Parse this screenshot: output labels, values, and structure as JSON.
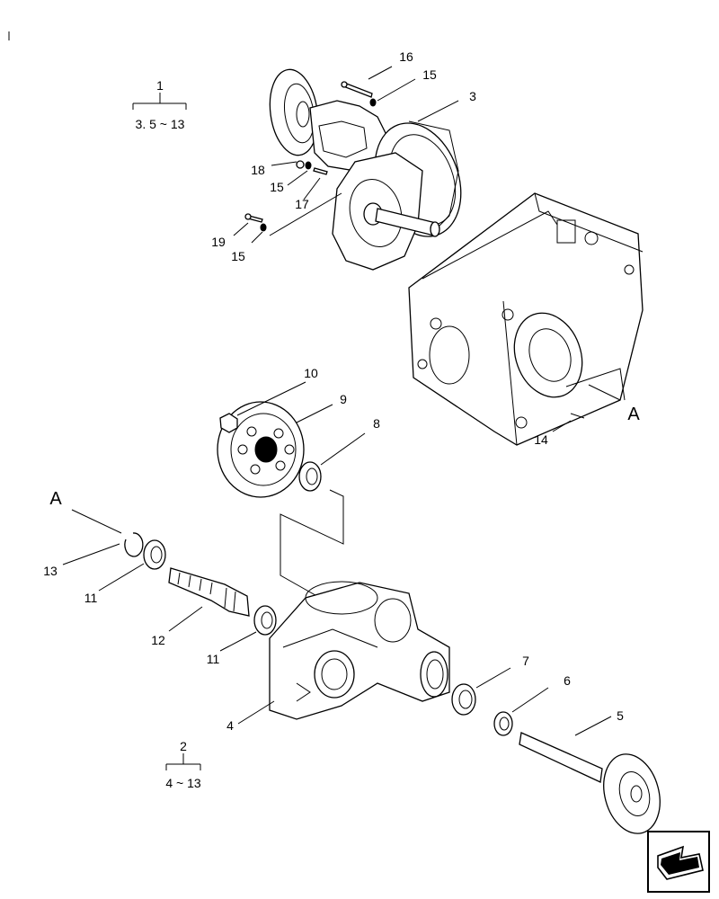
{
  "diagram": {
    "callouts": [
      {
        "id": "1",
        "text": "1"
      },
      {
        "id": "1-range",
        "text": "3. 5 ~ 13"
      },
      {
        "id": "2",
        "text": "2"
      },
      {
        "id": "2-range",
        "text": "4 ~ 13"
      },
      {
        "id": "3",
        "text": "3"
      },
      {
        "id": "4",
        "text": "4"
      },
      {
        "id": "5",
        "text": "5"
      },
      {
        "id": "6",
        "text": "6"
      },
      {
        "id": "7",
        "text": "7"
      },
      {
        "id": "8",
        "text": "8"
      },
      {
        "id": "9",
        "text": "9"
      },
      {
        "id": "10",
        "text": "10"
      },
      {
        "id": "11a",
        "text": "11"
      },
      {
        "id": "11b",
        "text": "11"
      },
      {
        "id": "12",
        "text": "12"
      },
      {
        "id": "13",
        "text": "13"
      },
      {
        "id": "14",
        "text": "14"
      },
      {
        "id": "15a",
        "text": "15"
      },
      {
        "id": "15b",
        "text": "15"
      },
      {
        "id": "15c",
        "text": "15"
      },
      {
        "id": "16",
        "text": "16"
      },
      {
        "id": "17",
        "text": "17"
      },
      {
        "id": "18",
        "text": "18"
      },
      {
        "id": "19",
        "text": "19"
      },
      {
        "id": "A1",
        "text": "A"
      },
      {
        "id": "A2",
        "text": "A"
      }
    ],
    "nav_icon": "previous-page-arrow-icon"
  }
}
